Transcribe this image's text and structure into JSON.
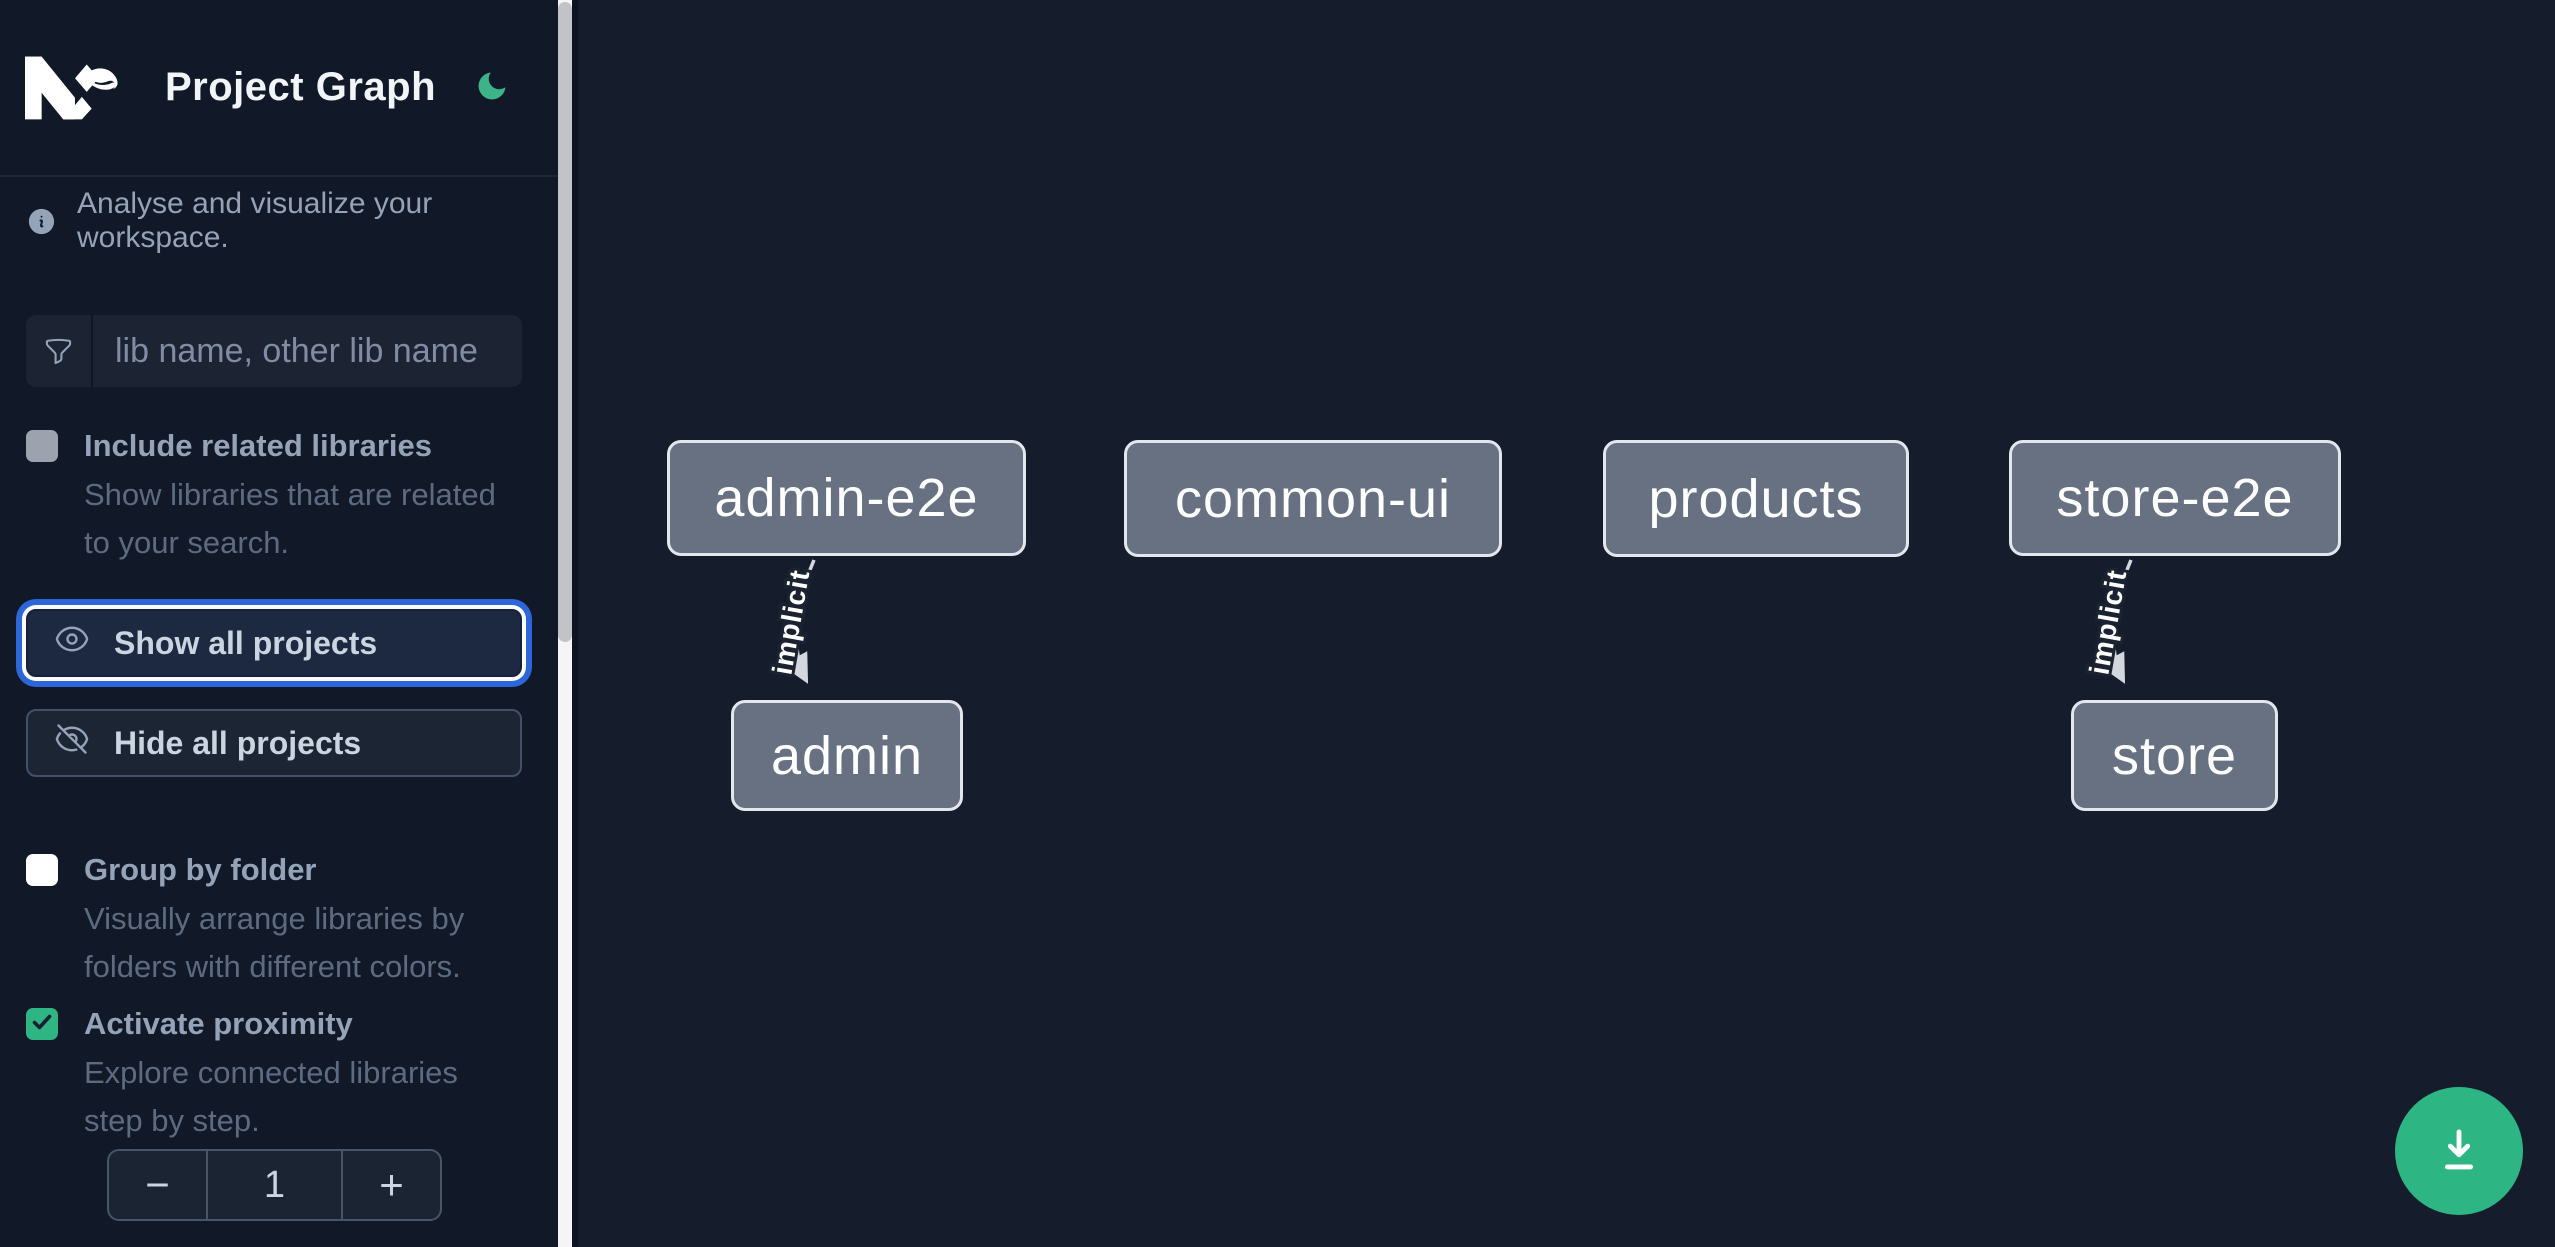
{
  "header": {
    "title": "Project Graph",
    "logo_icon": "nx-logo",
    "theme_toggle_icon": "moon-icon"
  },
  "sidebar": {
    "tagline": "Analyse and visualize your workspace.",
    "tagline_icon": "info-icon",
    "filter": {
      "icon": "funnel-icon",
      "placeholder": "lib name, other lib name",
      "value": ""
    },
    "checkboxes": [
      {
        "label": "Include related libraries",
        "description": "Show libraries that are related to your search.",
        "checked": false,
        "state": "disabled-gray"
      },
      {
        "label": "Group by folder",
        "description": "Visually arrange libraries by folders with different colors.",
        "checked": false,
        "state": "unchecked-white"
      },
      {
        "label": "Activate proximity",
        "description": "Explore connected libraries step by step.",
        "checked": true,
        "state": "checked-green"
      }
    ],
    "buttons": [
      {
        "label": "Show all projects",
        "icon": "eye-icon",
        "focused": true
      },
      {
        "label": "Hide all projects",
        "icon": "eye-off-icon",
        "focused": false
      }
    ],
    "stepper": {
      "decrement_label": "−",
      "value": "1",
      "increment_label": "+"
    }
  },
  "graph": {
    "nodes": [
      {
        "label": "admin-e2e"
      },
      {
        "label": "common-ui"
      },
      {
        "label": "products"
      },
      {
        "label": "store-e2e"
      },
      {
        "label": "admin"
      },
      {
        "label": "store"
      }
    ],
    "edges": [
      {
        "from": "admin-e2e",
        "to": "admin",
        "label": "implicit"
      },
      {
        "from": "store-e2e",
        "to": "store",
        "label": "implicit"
      }
    ]
  },
  "fab": {
    "icon": "download-icon"
  },
  "colors": {
    "sidebar_bg": "#111827",
    "canvas_bg": "#151c2b",
    "node_fill": "#677182",
    "node_border": "#e3e7ed",
    "accent_green": "#2eb584",
    "focus_ring_blue": "#2d66d9",
    "checkbox_checked_green": "#2fb583"
  }
}
